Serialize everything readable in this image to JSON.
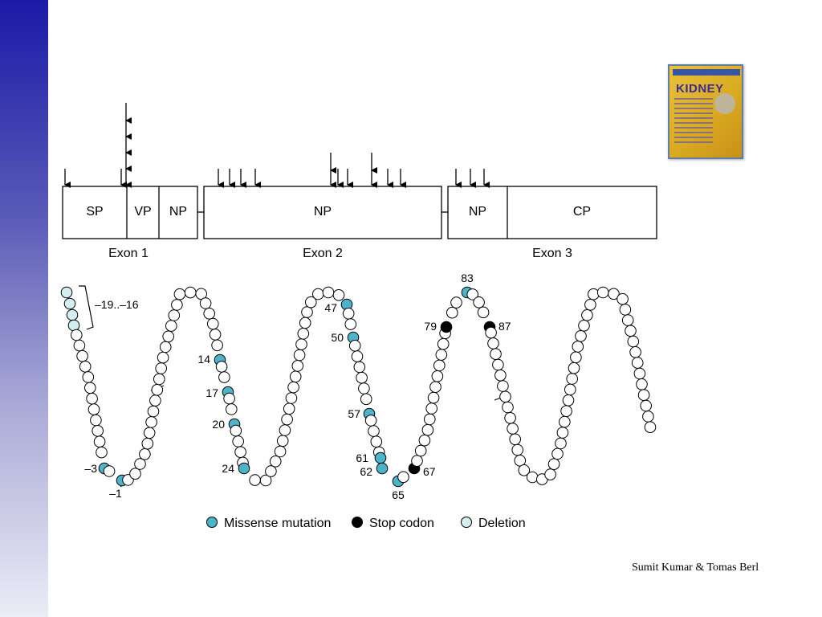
{
  "slide": {
    "credit": "Sumit Kumar & Tomas Berl",
    "book_cover": {
      "title": "KIDNEY"
    }
  },
  "gene": {
    "boxes": [
      {
        "key": "sp",
        "label": "SP"
      },
      {
        "key": "vp",
        "label": "VP"
      },
      {
        "key": "np1",
        "label": "NP"
      },
      {
        "key": "np2",
        "label": "NP"
      },
      {
        "key": "np3",
        "label": "NP"
      },
      {
        "key": "cp",
        "label": "CP"
      }
    ],
    "exons": [
      "Exon 1",
      "Exon 2",
      "Exon 3"
    ]
  },
  "protein": {
    "residue_labels": [
      "–19..–16",
      "–3",
      "–1",
      "14",
      "17",
      "20",
      "24",
      "47",
      "50",
      "57",
      "61",
      "62",
      "65",
      "67",
      "79",
      "83",
      "87"
    ]
  },
  "legend": {
    "items": [
      {
        "label": "Missense mutation",
        "color": "#4db3c8"
      },
      {
        "label": "Stop codon",
        "color": "#000000"
      },
      {
        "label": "Deletion",
        "color": "#d4eef2"
      }
    ]
  },
  "colors": {
    "missense": "#4db3c8",
    "stop": "#000000",
    "deletion": "#d4eef2",
    "normal": "#ffffff",
    "sidebar_top": "#1a1aa8",
    "sidebar_bottom": "#ececf6"
  }
}
